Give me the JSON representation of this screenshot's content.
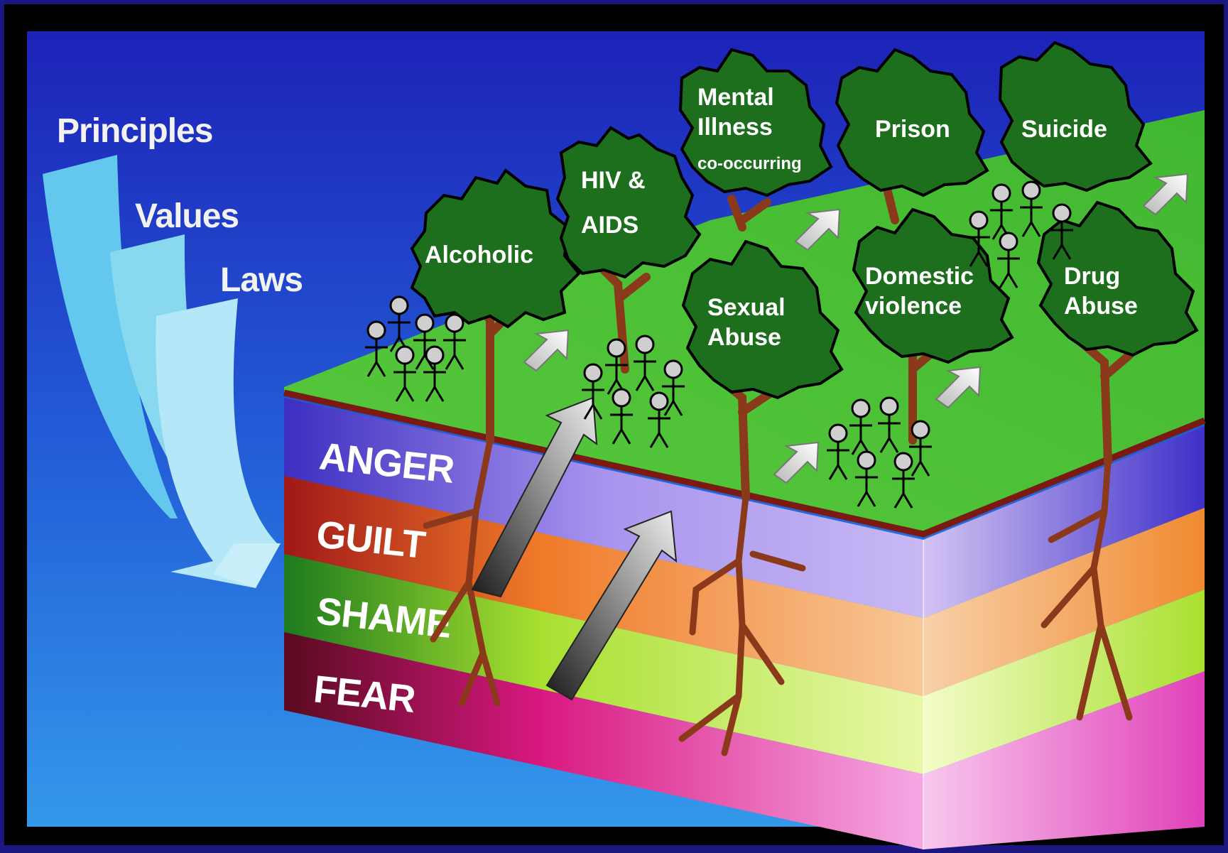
{
  "side_labels": {
    "principles": "Principles",
    "values": "Values",
    "laws": "Laws"
  },
  "soil_layers": {
    "anger": "ANGER",
    "guilt": "GUILT",
    "shame": "SHAME",
    "fear": "FEAR"
  },
  "trees": {
    "alcoholic": "Alcoholic",
    "hiv_line1": "HIV &",
    "hiv_line2": "AIDS",
    "mental_line1": "Mental",
    "mental_line2": "Illness",
    "mental_line3": "co-occurring",
    "prison": "Prison",
    "suicide": "Suicide",
    "sexual_line1": "Sexual",
    "sexual_line2": "Abuse",
    "domestic_line1": "Domestic",
    "domestic_line2": "violence",
    "drug_line1": "Drug",
    "drug_line2": "Abuse"
  },
  "colors": {
    "frame": "#1b1680",
    "sky_top": "#1e2bc4",
    "sky_bottom": "#2f87e6",
    "grass": "#4fc43a",
    "tree_canopy": "#1d6e1d",
    "trunk": "#8a3a1a",
    "anger": "#6a58d8",
    "guilt": "#f08a3a",
    "shame": "#b8e040",
    "fear": "#e040b8"
  }
}
